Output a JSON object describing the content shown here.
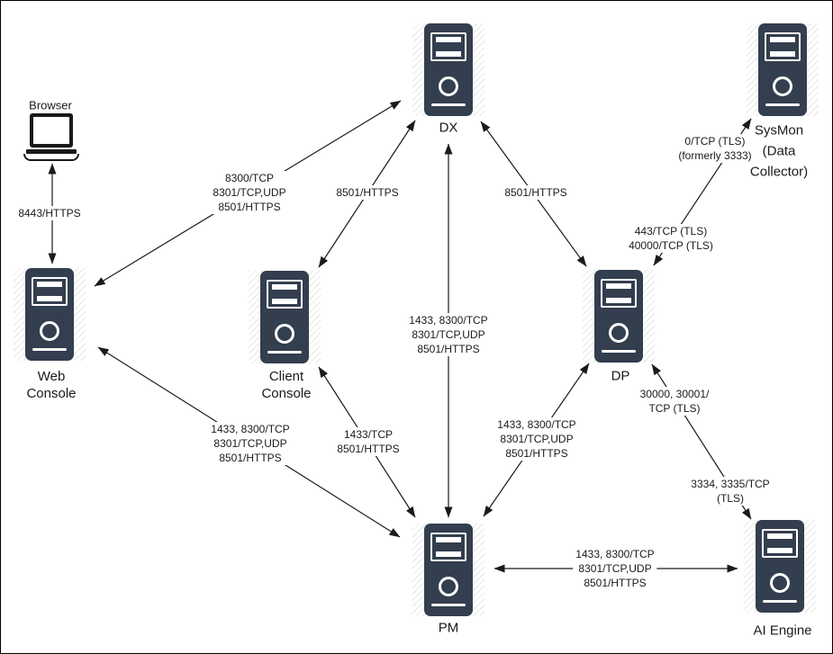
{
  "nodes": {
    "browser": {
      "label": "Browser"
    },
    "web_console": {
      "lines": [
        "Web",
        "Console"
      ]
    },
    "dx": {
      "label": "DX"
    },
    "sysmon": {
      "lines": [
        "SysMon",
        "(Data",
        "Collector)"
      ]
    },
    "client_console": {
      "lines": [
        "Client",
        "Console"
      ]
    },
    "dp": {
      "label": "DP"
    },
    "pm": {
      "label": "PM"
    },
    "ai_engine": {
      "label": "AI Engine"
    }
  },
  "edges": {
    "browser_webconsole": {
      "lines": [
        "8443/HTTPS"
      ]
    },
    "webconsole_dx": {
      "lines": [
        "8300/TCP",
        "8301/TCP,UDP",
        "8501/HTTPS"
      ]
    },
    "clientconsole_dx": {
      "lines": [
        "8501/HTTPS"
      ]
    },
    "dp_dx": {
      "lines": [
        "8501/HTTPS"
      ]
    },
    "pm_dx": {
      "lines": [
        "1433, 8300/TCP",
        "8301/TCP,UDP",
        "8501/HTTPS"
      ]
    },
    "dp_sysmon_upper": {
      "lines": [
        "0/TCP (TLS)",
        "(formerly 3333)"
      ]
    },
    "dp_sysmon_lower": {
      "lines": [
        "443/TCP (TLS)",
        "40000/TCP (TLS)"
      ]
    },
    "webconsole_pm": {
      "lines": [
        "1433, 8300/TCP",
        "8301/TCP,UDP",
        "8501/HTTPS"
      ]
    },
    "clientconsole_pm": {
      "lines": [
        "1433/TCP",
        "8501/HTTPS"
      ]
    },
    "dp_pm": {
      "lines": [
        "1433, 8300/TCP",
        "8301/TCP,UDP",
        "8501/HTTPS"
      ]
    },
    "dp_aiengine_upper": {
      "lines": [
        "30000, 30001/",
        "TCP (TLS)"
      ]
    },
    "dp_aiengine_lower": {
      "lines": [
        "3334, 3335/TCP",
        "(TLS)"
      ]
    },
    "pm_aiengine": {
      "lines": [
        "1433, 8300/TCP",
        "8301/TCP,UDP",
        "8501/HTTPS"
      ]
    }
  },
  "colors": {
    "server_fill": "#333e4e",
    "line": "#1a1a1a",
    "background": "#ffffff"
  }
}
